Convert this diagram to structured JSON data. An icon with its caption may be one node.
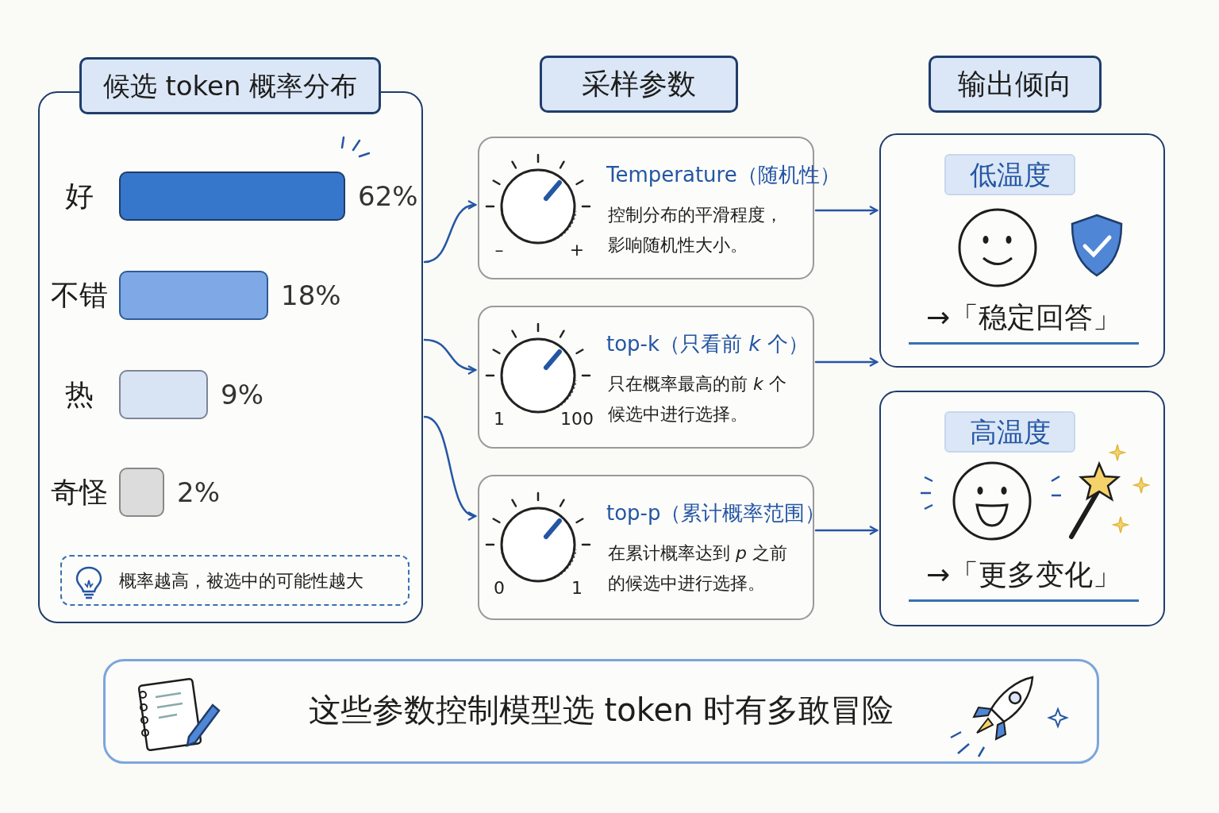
{
  "diagram": {
    "nodes": [
      {
        "text": [
          "候选 token 概率分布"
        ]
      },
      {
        "text": [],
        "shape": "bar",
        "in": 0,
        "beside": [
          "好",
          "62%"
        ]
      },
      {
        "text": [],
        "shape": "bar",
        "in": 0,
        "beside": [
          "不错",
          "18%"
        ]
      },
      {
        "text": [],
        "shape": "bar",
        "in": 0,
        "beside": [
          "热",
          "9%"
        ]
      },
      {
        "text": [],
        "shape": "bar",
        "in": 0,
        "beside": [
          "奇怪",
          "2%"
        ]
      },
      {
        "text": [
          "概率越高，被选中的可能性越大"
        ],
        "in": 0
      },
      {
        "text": [
          "采样参数"
        ]
      },
      {
        "text": [
          "–",
          "+",
          "Temperature（随机性）",
          "控制分布的平滑程度，影响随机性大小。"
        ]
      },
      {
        "text": [
          "1",
          "100",
          "top-k（只看前 *k* 个）",
          "只在概率最高的前 *k* 个候选中进行选择。"
        ]
      },
      {
        "text": [
          "0",
          "1",
          "top-p（累计概率范围）",
          "在累计概率达到 *p* 之前的候选中进行选择。"
        ]
      },
      {
        "text": [
          "输出倾向"
        ]
      },
      {
        "text": [
          "低温度",
          "→「稳定回答」"
        ]
      },
      {
        "text": [
          "高温度",
          "→「更多变化」"
        ]
      },
      {
        "text": [
          "这些参数控制模型选 token 时有多敢冒险"
        ]
      }
    ],
    "edges": [
      {
        "from": 0,
        "to": 7,
        "arrow": "to"
      },
      {
        "from": 0,
        "to": 8,
        "arrow": "to"
      },
      {
        "from": 0,
        "to": 9,
        "arrow": "to"
      },
      {
        "from": 7,
        "to": 11,
        "arrow": "to"
      },
      {
        "from": 8,
        "to": 11,
        "arrow": "to"
      },
      {
        "from": 9,
        "to": 12,
        "arrow": "to"
      }
    ]
  }
}
